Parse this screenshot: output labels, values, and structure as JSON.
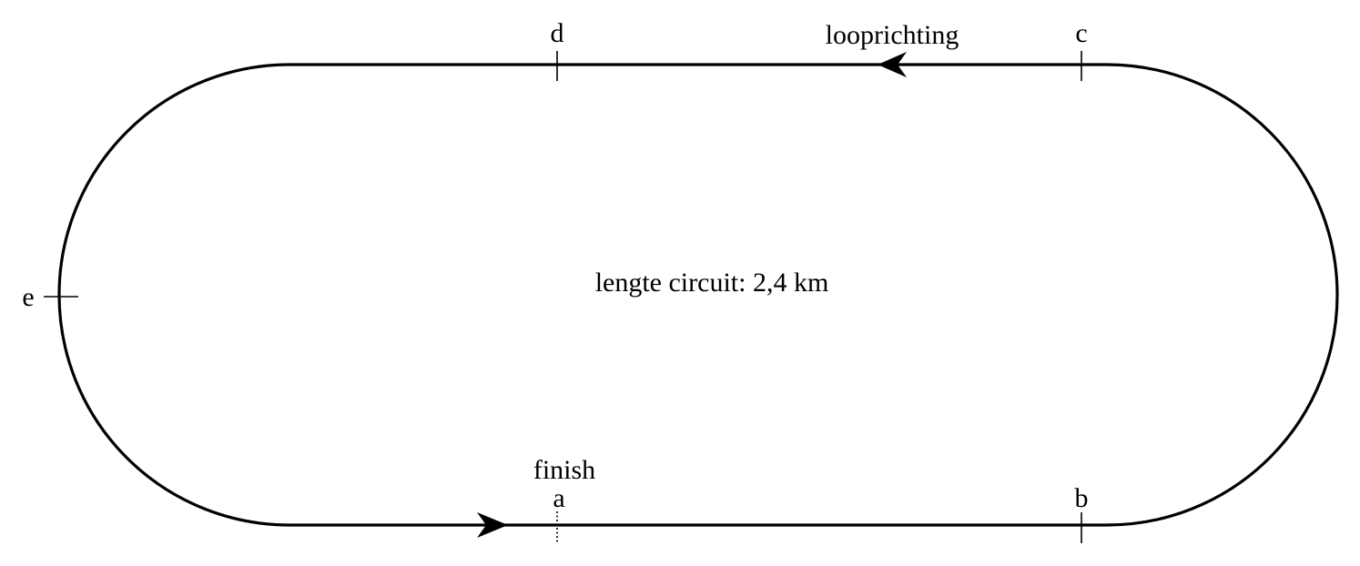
{
  "diagram": {
    "track_length_label": "lengte circuit: 2,4 km",
    "direction_label": "looprichting",
    "finish_label": "finish",
    "points": {
      "a": "a",
      "b": "b",
      "c": "c",
      "d": "d",
      "e": "e"
    }
  },
  "colors": {
    "stroke": "#000000",
    "background": "#ffffff"
  }
}
